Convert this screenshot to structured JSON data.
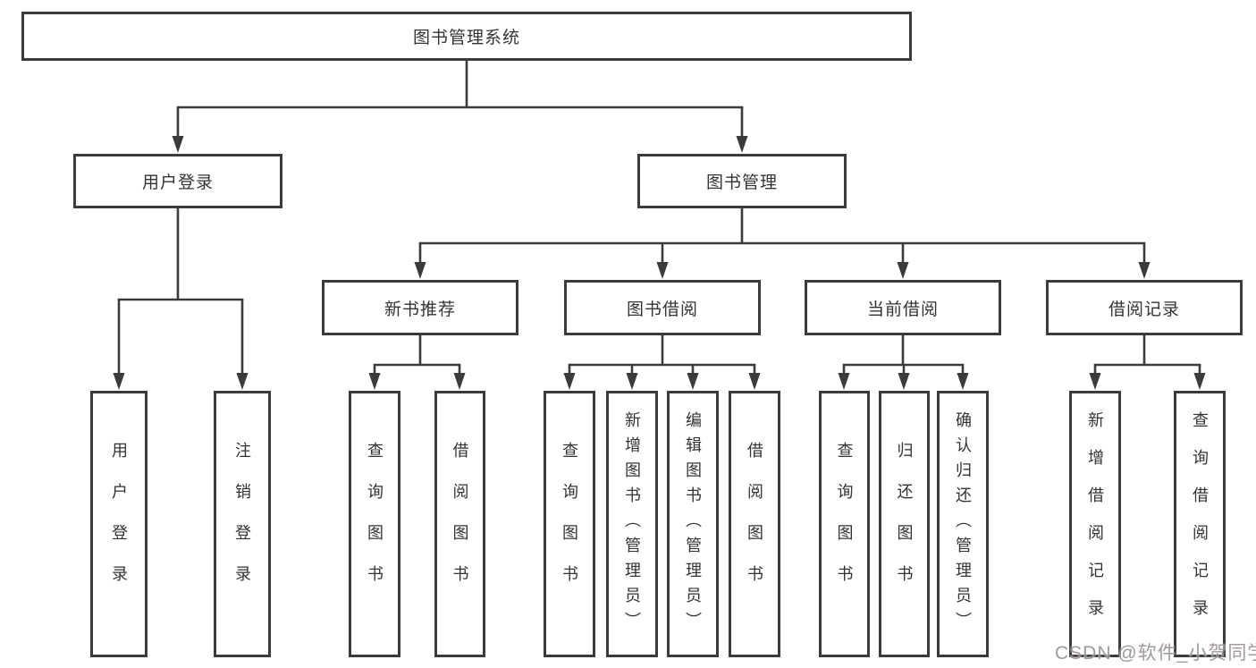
{
  "diagram_title": "图书管理系统",
  "watermark": "CSDN @软件_小贺同学",
  "colors": {
    "line": "#3b3b3b",
    "text": "#333333",
    "background": "#ffffff",
    "watermark": "#9a9292"
  },
  "tree": {
    "label": "图书管理系统",
    "children": [
      {
        "label": "用户登录",
        "children": [
          {
            "label": "用户登录"
          },
          {
            "label": "注销登录"
          }
        ]
      },
      {
        "label": "图书管理",
        "children": [
          {
            "label": "新书推荐",
            "children": [
              {
                "label": "查询图书"
              },
              {
                "label": "借阅图书"
              }
            ]
          },
          {
            "label": "图书借阅",
            "children": [
              {
                "label": "查询图书"
              },
              {
                "label": "新增图书（管理员）"
              },
              {
                "label": "编辑图书（管理员）"
              },
              {
                "label": "借阅图书"
              }
            ]
          },
          {
            "label": "当前借阅",
            "children": [
              {
                "label": "查询图书"
              },
              {
                "label": "归还图书"
              },
              {
                "label": "确认归还（管理员）"
              }
            ]
          },
          {
            "label": "借阅记录",
            "children": [
              {
                "label": "新增借阅记录"
              },
              {
                "label": "查询借阅记录"
              }
            ]
          }
        ]
      }
    ]
  }
}
